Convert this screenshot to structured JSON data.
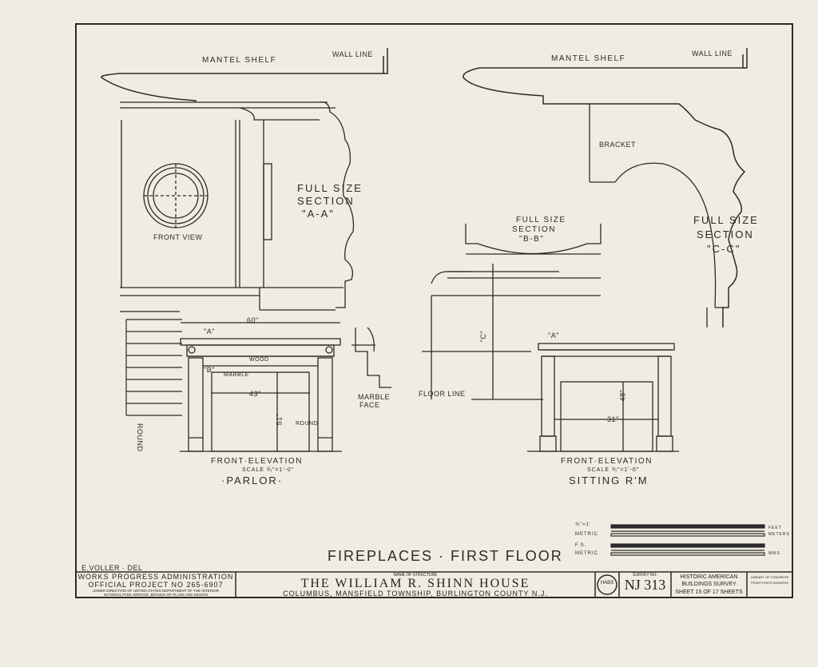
{
  "labels": {
    "mantel_shelf": "MANTEL SHELF",
    "wall_line": "WALL LINE",
    "front_view": "FRONT VIEW",
    "full_size_section_aa": [
      "FULL SIZE",
      "SECTION",
      "\"A-A\""
    ],
    "full_size_section_bb": [
      "FULL SIZE",
      "SECTION",
      "\"B-B\""
    ],
    "full_size_section_cc": [
      "FULL SIZE",
      "SECTION",
      "\"C-C\""
    ],
    "bracket": "BRACKET",
    "floor_line": "FLOOR LINE",
    "marble_face": [
      "MARBLE",
      "FACE"
    ],
    "marble": "MARBLE",
    "wood": "WOOD",
    "round": "ROUND",
    "round_small": "ROUND",
    "dim_parlor_width": "60\"",
    "dim_parlor_opening": "43\"",
    "dim_parlor_height": "51\"",
    "dim_sitting_opening": "31\"",
    "dim_sitting_height": "48\"",
    "dim_a": "\"A\"",
    "dim_b": "\"B\"",
    "dim_c": "\"C\""
  },
  "parlor": {
    "title": "FRONT·ELEVATION",
    "scale": "SCALE ¾\"=1'-0\"",
    "room": "·PARLOR·"
  },
  "sitting": {
    "title": "FRONT·ELEVATION",
    "scale": "SCALE ¾\"=1'-0\"",
    "room": "SITTING R'M"
  },
  "sheet_title": "FIREPLACES · FIRST FLOOR",
  "delineator": "E.VOLLER · DEL",
  "title_block": {
    "agency_line1": "WORKS PROGRESS ADMINISTRATION",
    "agency_line2": "OFFICIAL PROJECT NO 265-6907",
    "agency_line3": "UNDER DIRECTION OF UNITED STATES DEPARTMENT OF THE INTERIOR",
    "agency_line4": "NATIONAL PARK SERVICE, BRANCH OF PLANS AND DESIGN",
    "structure_caption": "NAME OF STRUCTURE",
    "structure_name": "THE WILLIAM R. SHINN HOUSE",
    "location": "COLUMBUS, MANSFIELD TOWNSHIP, BURLINGTON COUNTY N.J.",
    "survey_caption": "SURVEY NO.",
    "survey_number": "NJ 313",
    "survey_org_line1": "HISTORIC AMERICAN",
    "survey_org_line2": "BUILDINGS SURVEY",
    "sheet_number": "SHEET 15 OF 17 SHEETS",
    "seal_text": "HABS",
    "library_note_line1": "LIBRARY OF CONGRESS",
    "library_note_line2": "PRINTS PHOTOGRAPHS"
  },
  "scale_bars": {
    "row1_left": "¾\"=1'",
    "row1_unit": "FEET",
    "row2_left": "METRIC",
    "row2_unit": "METERS",
    "row3_left": "F.S.",
    "row4_left": "METRIC",
    "row4_unit": "MMS"
  },
  "colors": {
    "paper": "#f1ece1",
    "ink": "#2a2a2a"
  }
}
